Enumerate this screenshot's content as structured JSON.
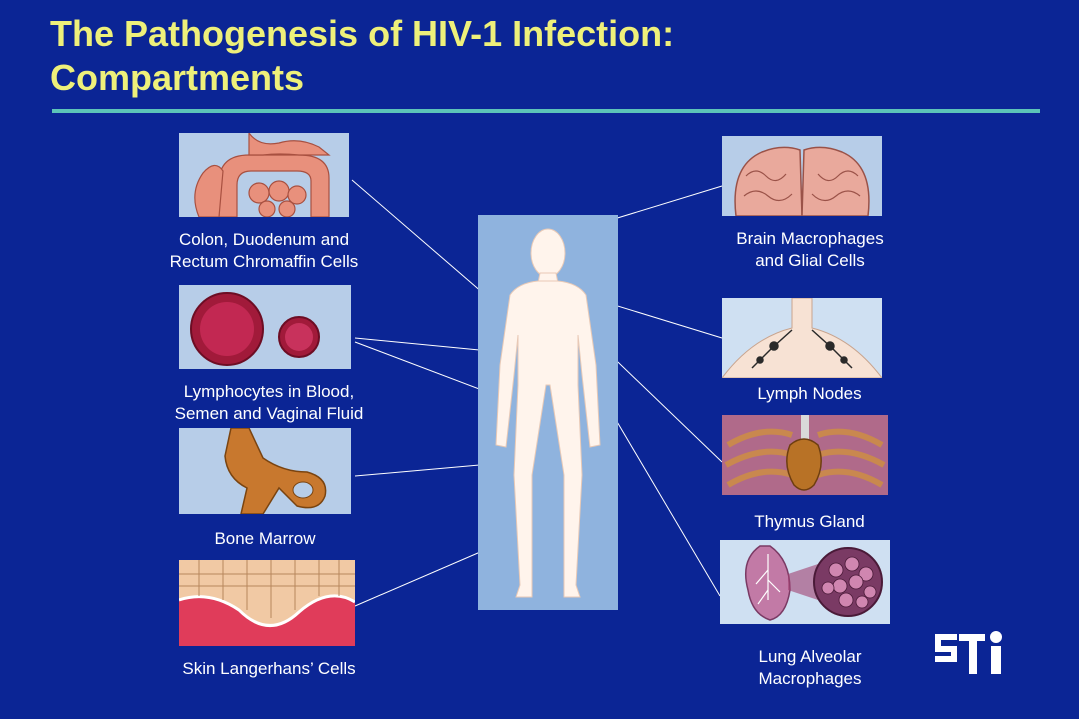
{
  "title": {
    "line1": "The Pathogenesis of HIV-1 Infection:",
    "line2": "Compartments"
  },
  "left": [
    {
      "icon": "intestine-illustration",
      "line1": "Colon, Duodenum and",
      "line2": "Rectum Chromaffin Cells"
    },
    {
      "icon": "lymphocyte-illustration",
      "line1": "Lymphocytes in Blood,",
      "line2": "Semen and Vaginal Fluid"
    },
    {
      "icon": "bone-marrow-illustration",
      "line1": "Bone Marrow"
    },
    {
      "icon": "skin-illustration",
      "line1": "Skin Langerhans’ Cells"
    }
  ],
  "right": [
    {
      "icon": "brain-illustration",
      "line1": "Brain Macrophages",
      "line2": "and Glial Cells"
    },
    {
      "icon": "lymph-nodes-illustration",
      "line1": "Lymph Nodes"
    },
    {
      "icon": "thymus-illustration",
      "line1": "Thymus Gland"
    },
    {
      "icon": "lung-illustration",
      "line1": "Lung Alveolar",
      "line2": "Macrophages"
    }
  ],
  "colors": {
    "background": "#0b2595",
    "title": "#eef07a",
    "rule": "#5cc4b8",
    "body_panel": "#8fb3de"
  },
  "logo": {
    "text": "STI"
  }
}
